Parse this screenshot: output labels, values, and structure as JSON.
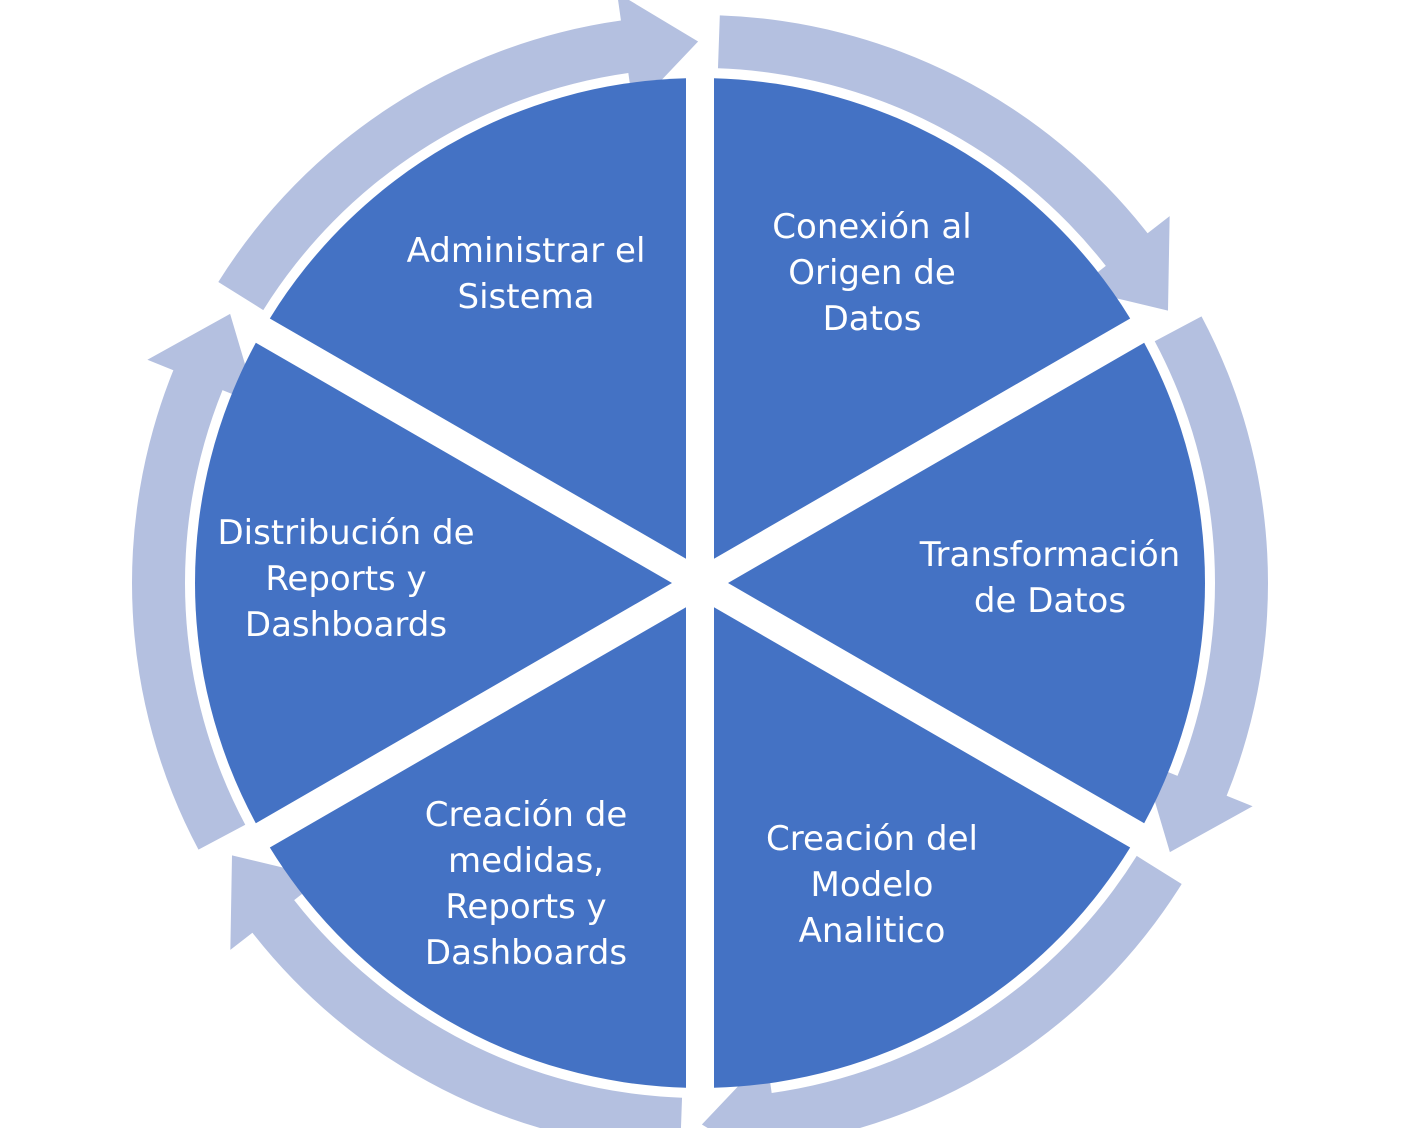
{
  "diagram": {
    "type": "cycle",
    "colors": {
      "segment": "#4472C4",
      "arrow": "#B4C0E0",
      "background": "#FFFFFF"
    },
    "segments": [
      {
        "lines": [
          "Administrar el",
          "Sistema"
        ]
      },
      {
        "lines": [
          "Conexión al",
          "Origen de",
          "Datos"
        ]
      },
      {
        "lines": [
          "Transformación",
          "de Datos"
        ]
      },
      {
        "lines": [
          "Creación del",
          "Modelo",
          "Analitico"
        ]
      },
      {
        "lines": [
          "Creación de",
          "medidas,",
          "Reports y",
          "Dashboards"
        ]
      },
      {
        "lines": [
          "Distribución de",
          "Reports y",
          "Dashboards"
        ]
      }
    ]
  }
}
